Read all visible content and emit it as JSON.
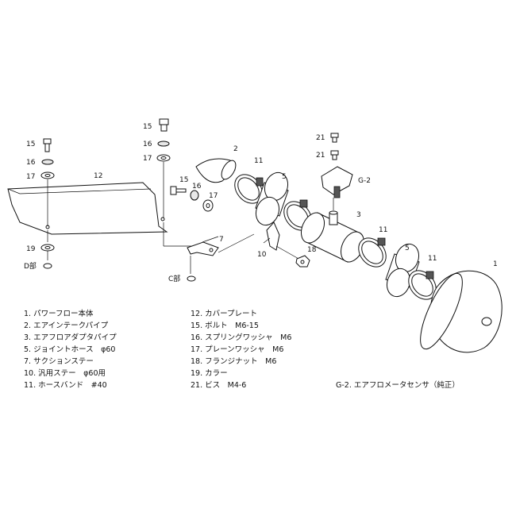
{
  "callouts": {
    "c15a": "15",
    "c16a": "16",
    "c17a": "17",
    "c12": "12",
    "c19": "19",
    "d_section": "D部",
    "c15b": "15",
    "c16b": "16",
    "c17b": "17",
    "c2": "2",
    "c11a": "11",
    "c5a": "5",
    "c15c": "15",
    "c16c": "16",
    "c17c": "17",
    "c7": "7",
    "c_section": "C部",
    "c10": "10",
    "c18": "18",
    "c21a": "21",
    "c21b": "21",
    "g2": "G-2",
    "c3": "3",
    "c11b": "11",
    "c5b": "5",
    "c11c": "11",
    "c1": "1"
  },
  "legend": {
    "left": [
      "1. パワーフロー本体",
      "2. エアインテークパイプ",
      "3. エアフロアダプタパイプ",
      "5. ジョイントホース　φ60",
      "7. サクションステー",
      "10. 汎用ステー　φ60用",
      "11. ホースバンド　#40"
    ],
    "right": [
      "12. カバープレート",
      "15. ボルト　M6-15",
      "16. スプリングワッシャ　M6",
      "17. プレーンワッシャ　M6",
      "18. フランジナット　M6",
      "19. カラー",
      "21. ビス　M4-6"
    ],
    "g2_note": "G-2. エアフロメータセンサ（純正）"
  }
}
